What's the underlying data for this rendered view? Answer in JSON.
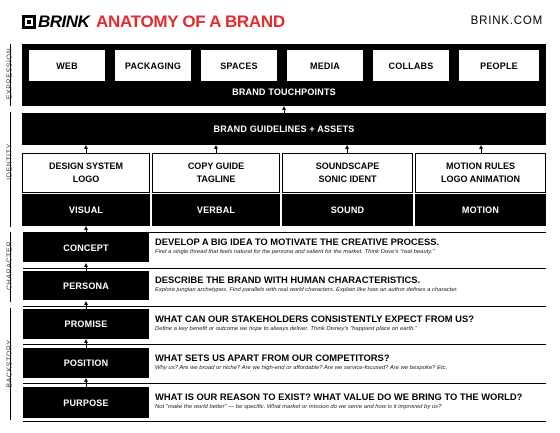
{
  "header": {
    "logo_text": "BRINK",
    "title": "ANATOMY OF A BRAND",
    "site": "BRINK.COM"
  },
  "side_labels": {
    "expression": "EXPRESSION",
    "identity": "IDENTITY",
    "character": "CHARACTER",
    "backstory": "BACKSTORY"
  },
  "touchpoints": {
    "items": [
      "WEB",
      "PACKAGING",
      "SPACES",
      "MEDIA",
      "COLLABS",
      "PEOPLE"
    ],
    "label": "BRAND TOUCHPOINTS"
  },
  "guidelines": {
    "label": "BRAND GUIDELINES + ASSETS"
  },
  "identity": {
    "columns": [
      {
        "top1": "DESIGN SYSTEM",
        "top2": "LOGO",
        "bottom": "VISUAL"
      },
      {
        "top1": "COPY GUIDE",
        "top2": "TAGLINE",
        "bottom": "VERBAL"
      },
      {
        "top1": "SOUNDSCAPE",
        "top2": "SONIC IDENT",
        "bottom": "SOUND"
      },
      {
        "top1": "MOTION RULES",
        "top2": "LOGO ANIMATION",
        "bottom": "MOTION"
      }
    ]
  },
  "rows": [
    {
      "label": "CONCEPT",
      "heading": "DEVELOP A BIG IDEA TO MOTIVATE THE CREATIVE PROCESS.",
      "sub": "Find a single thread that feels natural for the persona and salient for the market. Think Dove's \"real beauty.\""
    },
    {
      "label": "PERSONA",
      "heading": "DESCRIBE THE BRAND WITH HUMAN CHARACTERISTICS.",
      "sub": "Explore jungian archetypes. Find parallels with real world characters. Explain like how an author defines a character."
    },
    {
      "label": "PROMISE",
      "heading": "WHAT CAN OUR STAKEHOLDERS CONSISTENTLY EXPECT FROM US?",
      "sub": "Define a key benefit or outcome we hope to always deliver. Think Disney's \"happiest place on earth.\""
    },
    {
      "label": "POSITION",
      "heading": "WHAT SETS US APART FROM OUR COMPETITORS?",
      "sub": "Why us? Are we broad or niche? Are we high-end or affordable? Are we service-focused? Are we bespoke? Etc."
    },
    {
      "label": "PURPOSE",
      "heading": "WHAT IS OUR REASON TO EXIST? WHAT VALUE DO WE BRING TO THE WORLD?",
      "sub": "Not \"make the world better\" — be specific. What market or mission do we serve and how is it improved by us?"
    }
  ]
}
